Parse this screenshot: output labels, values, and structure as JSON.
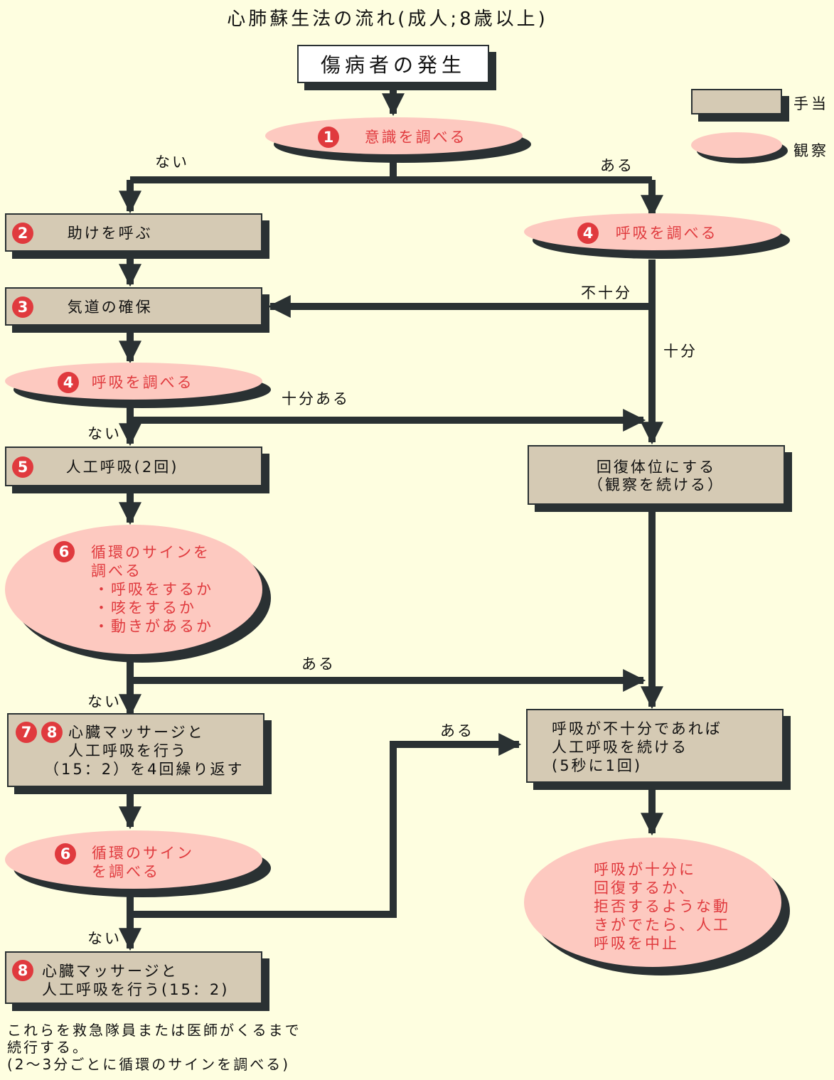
{
  "title": "心肺蘇生法の流れ(成人;8歳以上)",
  "legend": {
    "action_label": "手当",
    "observation_label": "観察",
    "action_color": "#d5cab4",
    "observation_color": "#fdc9c0"
  },
  "colors": {
    "background": "#fefee0",
    "arrow": "#2a3133",
    "number_badge": "#e03a3e",
    "observation_text": "#e03a3e"
  },
  "nodes": {
    "start": {
      "text": "傷病者の発生"
    },
    "check_consciousness": {
      "num": "1",
      "text": "意識を調べる"
    },
    "call_help": {
      "num": "2",
      "text": "助けを呼ぶ"
    },
    "check_breathing_right": {
      "num": "4",
      "text": "呼吸を調べる"
    },
    "airway": {
      "num": "3",
      "text": "気道の確保"
    },
    "check_breathing_left": {
      "num": "4",
      "text": "呼吸を調べる"
    },
    "rescue_breaths": {
      "num": "5",
      "text": "人工呼吸(2回)"
    },
    "recovery_position": {
      "lines": [
        "回復体位にする",
        "（観察を続ける）"
      ]
    },
    "check_circulation": {
      "num": "6",
      "lines": [
        "循環のサインを",
        "調べる",
        "・呼吸をするか",
        "・咳をするか",
        "・動きがあるか"
      ]
    },
    "cpr_cycles": {
      "nums": [
        "7",
        "8"
      ],
      "lines": [
        "心臓マッサージと",
        "人工呼吸を行う",
        "（15：2）を4回繰り返す"
      ]
    },
    "continue_breaths": {
      "lines": [
        "呼吸が不十分であれば",
        "人工呼吸を続ける",
        "(5秒に1回)"
      ]
    },
    "check_circulation_2": {
      "num": "6",
      "lines": [
        "循環のサイン",
        "を調べる"
      ]
    },
    "stop_condition": {
      "lines": [
        "呼吸が十分に",
        "回復するか、",
        "拒否するような動",
        "きがでたら、人工",
        "呼吸を中止"
      ]
    },
    "cpr_continue": {
      "num": "8",
      "lines": [
        "心臓マッサージと",
        "人工呼吸を行う(15：2)"
      ]
    }
  },
  "edge_labels": {
    "no_consciousness": "ない",
    "yes_consciousness": "ある",
    "insufficient": "不十分",
    "sufficient": "十分",
    "sufficient_yes": "十分ある",
    "no_breathing": "ない",
    "circulation_yes": "ある",
    "circulation_no": "ない",
    "circulation2_yes": "ある",
    "circulation2_no": "ない"
  },
  "footer": {
    "lines": [
      "これらを救急隊員または医師がくるまで",
      "続行する。",
      "(2〜3分ごとに循環のサインを調べる)"
    ]
  }
}
